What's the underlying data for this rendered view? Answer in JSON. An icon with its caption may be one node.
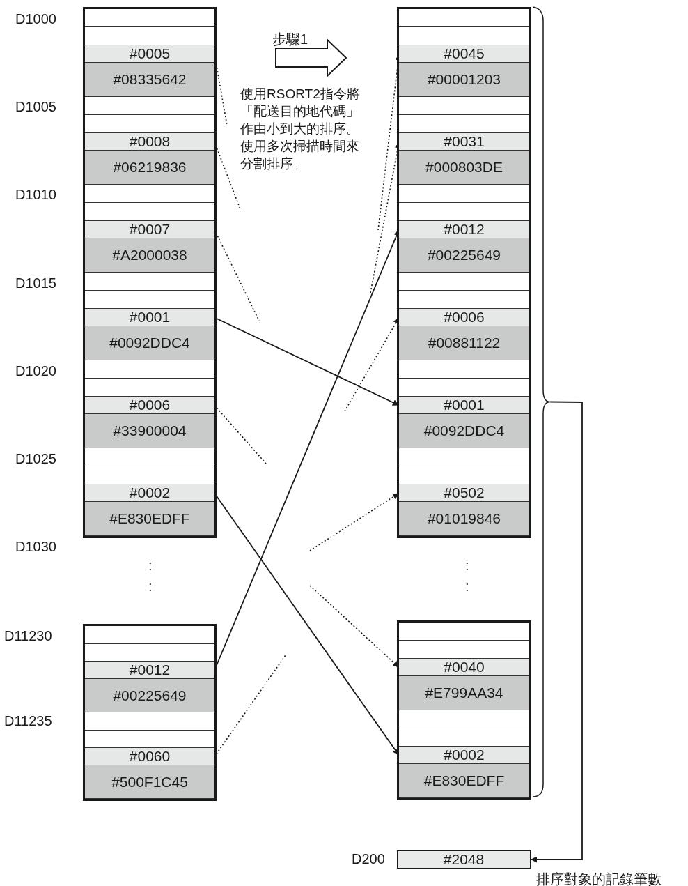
{
  "diagram": {
    "nodes": [
      {
        "text": [],
        "shape": "box"
      },
      {
        "text": [],
        "shape": "box",
        "in": 0
      },
      {
        "text": [],
        "shape": "box",
        "in": 0
      },
      {
        "text": [
          "#0005"
        ],
        "in": 0
      },
      {
        "text": [
          "#08335642"
        ],
        "in": 0
      },
      {
        "text": [],
        "shape": "box",
        "in": 0
      },
      {
        "text": [],
        "shape": "box",
        "in": 0
      },
      {
        "text": [
          "#0008"
        ],
        "in": 0
      },
      {
        "text": [
          "#06219836"
        ],
        "in": 0
      },
      {
        "text": [],
        "shape": "box",
        "in": 0
      },
      {
        "text": [],
        "shape": "box",
        "in": 0
      },
      {
        "text": [
          "#0007"
        ],
        "in": 0
      },
      {
        "text": [
          "#A2000038"
        ],
        "in": 0
      },
      {
        "text": [],
        "shape": "box",
        "in": 0
      },
      {
        "text": [],
        "shape": "box",
        "in": 0
      },
      {
        "text": [
          "#0001"
        ],
        "in": 0
      },
      {
        "text": [
          "#0092DDC4"
        ],
        "in": 0
      },
      {
        "text": [],
        "shape": "box",
        "in": 0
      },
      {
        "text": [],
        "shape": "box",
        "in": 0
      },
      {
        "text": [
          "#0006"
        ],
        "in": 0
      },
      {
        "text": [
          "#33900004"
        ],
        "in": 0
      },
      {
        "text": [],
        "shape": "box",
        "in": 0
      },
      {
        "text": [],
        "shape": "box",
        "in": 0
      },
      {
        "text": [
          "#0002"
        ],
        "in": 0
      },
      {
        "text": [
          "#E830EDFF"
        ],
        "in": 0
      },
      {
        "text": [],
        "shape": "box"
      },
      {
        "text": [],
        "shape": "box",
        "in": 25
      },
      {
        "text": [],
        "shape": "box",
        "in": 25
      },
      {
        "text": [
          "#0045"
        ],
        "in": 25
      },
      {
        "text": [
          "#00001203"
        ],
        "in": 25
      },
      {
        "text": [],
        "shape": "box",
        "in": 25
      },
      {
        "text": [],
        "shape": "box",
        "in": 25
      },
      {
        "text": [
          "#0031"
        ],
        "in": 25
      },
      {
        "text": [
          "#000803DE"
        ],
        "in": 25
      },
      {
        "text": [],
        "shape": "box",
        "in": 25
      },
      {
        "text": [],
        "shape": "box",
        "in": 25
      },
      {
        "text": [
          "#0012"
        ],
        "in": 25
      },
      {
        "text": [
          "#00225649"
        ],
        "in": 25
      },
      {
        "text": [],
        "shape": "box",
        "in": 25
      },
      {
        "text": [],
        "shape": "box",
        "in": 25
      },
      {
        "text": [
          "#0006"
        ],
        "in": 25
      },
      {
        "text": [
          "#00881122"
        ],
        "in": 25
      },
      {
        "text": [],
        "shape": "box",
        "in": 25
      },
      {
        "text": [],
        "shape": "box",
        "in": 25
      },
      {
        "text": [
          "#0001"
        ],
        "in": 25
      },
      {
        "text": [
          "#0092DDC4"
        ],
        "in": 25
      },
      {
        "text": [],
        "shape": "box",
        "in": 25
      },
      {
        "text": [],
        "shape": "box",
        "in": 25
      },
      {
        "text": [
          "#0502"
        ],
        "in": 25
      },
      {
        "text": [
          "#01019846"
        ],
        "in": 25
      },
      {
        "text": [],
        "shape": "box"
      },
      {
        "text": [],
        "shape": "box",
        "in": 50
      },
      {
        "text": [],
        "shape": "box",
        "in": 50
      },
      {
        "text": [
          "#0012"
        ],
        "in": 50
      },
      {
        "text": [
          "#00225649"
        ],
        "in": 50
      },
      {
        "text": [],
        "shape": "box",
        "in": 50
      },
      {
        "text": [],
        "shape": "box",
        "in": 50
      },
      {
        "text": [
          "#0060"
        ],
        "in": 50
      },
      {
        "text": [
          "#500F1C45"
        ],
        "in": 50
      },
      {
        "text": [],
        "shape": "box"
      },
      {
        "text": [],
        "shape": "box",
        "in": 59
      },
      {
        "text": [],
        "shape": "box",
        "in": 59
      },
      {
        "text": [
          "#0040"
        ],
        "in": 59
      },
      {
        "text": [
          "#E799AA34"
        ],
        "in": 59
      },
      {
        "text": [],
        "shape": "box",
        "in": 59
      },
      {
        "text": [],
        "shape": "box",
        "in": 59
      },
      {
        "text": [
          "#0002"
        ],
        "in": 59
      },
      {
        "text": [
          "#E830EDFF"
        ],
        "in": 59
      },
      {
        "text": [
          "#2048"
        ],
        "beside": [
          "D200"
        ]
      },
      {
        "text": [],
        "shape": "brace"
      }
    ],
    "edges": [
      {
        "from": 15,
        "to": 44,
        "arrow": "to"
      },
      {
        "from": 23,
        "to": 66,
        "arrow": "to"
      },
      {
        "from": 53,
        "to": 36,
        "arrow": "to"
      },
      {
        "from": 3,
        "to": null,
        "arrow": "none",
        "style": "dashed"
      },
      {
        "from": 7,
        "to": null,
        "arrow": "none",
        "style": "dashed"
      },
      {
        "from": 11,
        "to": null,
        "arrow": "none",
        "style": "dashed"
      },
      {
        "from": 19,
        "to": null,
        "arrow": "none",
        "style": "dashed"
      },
      {
        "from": 57,
        "to": null,
        "arrow": "none",
        "style": "dashed"
      },
      {
        "from": null,
        "to": 28,
        "arrow": "to",
        "style": "dashed"
      },
      {
        "from": null,
        "to": 32,
        "arrow": "to",
        "style": "dashed"
      },
      {
        "from": null,
        "to": 40,
        "arrow": "to",
        "style": "dashed"
      },
      {
        "from": null,
        "to": 48,
        "arrow": "to",
        "style": "dashed"
      },
      {
        "from": null,
        "to": 62,
        "arrow": "to",
        "style": "dashed"
      },
      {
        "from": 69,
        "to": 68,
        "arrow": "to"
      }
    ],
    "labels": [
      "D1000",
      "步驟1",
      "使用RSORT2指令將「配送目的地代碼」作由小到大的排序。使用多次掃描時間來分割排序。",
      "D1005",
      "D1010",
      "D1015",
      "D1020",
      "D1025",
      "D1030",
      ":",
      ":",
      ":",
      ":",
      "D11230",
      "D11235",
      "排序對象的記錄筆數"
    ]
  }
}
